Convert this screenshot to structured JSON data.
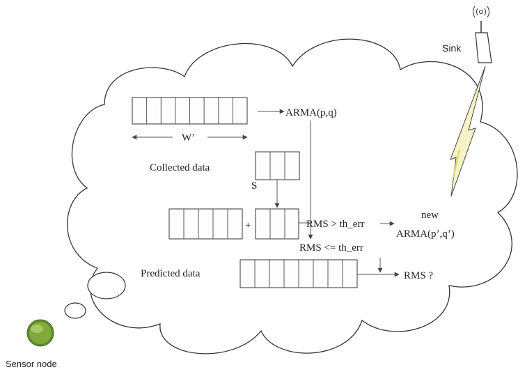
{
  "labels": {
    "arma": "ARMA(p,q)",
    "window": "W’",
    "collected": "Collected data",
    "s": "S",
    "plus": "+",
    "rms_gt": "RMS > th_err",
    "rms_le": "RMS <= th_err",
    "new": "new",
    "new_arma": "ARMA(p’,q’)",
    "predicted": "Predicted data",
    "rms_q": "RMS ?",
    "sink": "Sink",
    "sensor": "Sensor node"
  },
  "colors": {
    "outline": "#333333",
    "sensor_node": "#7faa3a",
    "lightning": "#e8e08a"
  },
  "icons": [
    "antenna-icon",
    "lightning-link-icon",
    "sensor-node-icon"
  ]
}
